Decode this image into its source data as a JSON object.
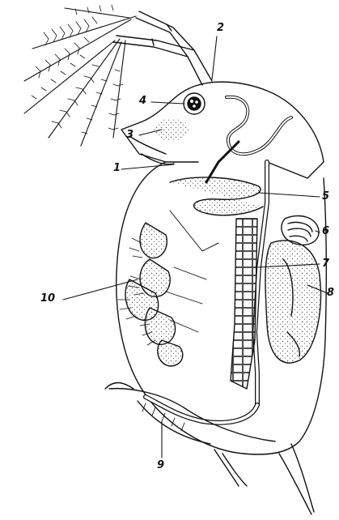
{
  "diagram": {
    "labels": [
      {
        "id": "l2",
        "text": "2"
      },
      {
        "id": "l4",
        "text": "4"
      },
      {
        "id": "l3",
        "text": "3"
      },
      {
        "id": "l1",
        "text": "1"
      },
      {
        "id": "l5",
        "text": "5"
      },
      {
        "id": "l6",
        "text": "6"
      },
      {
        "id": "l7",
        "text": "7"
      },
      {
        "id": "l8",
        "text": "8"
      },
      {
        "id": "l10",
        "text": "10"
      },
      {
        "id": "l9",
        "text": "9"
      }
    ],
    "colors": {
      "ink": "#111111",
      "paper": "#ffffff",
      "stipple": "#555555"
    }
  }
}
